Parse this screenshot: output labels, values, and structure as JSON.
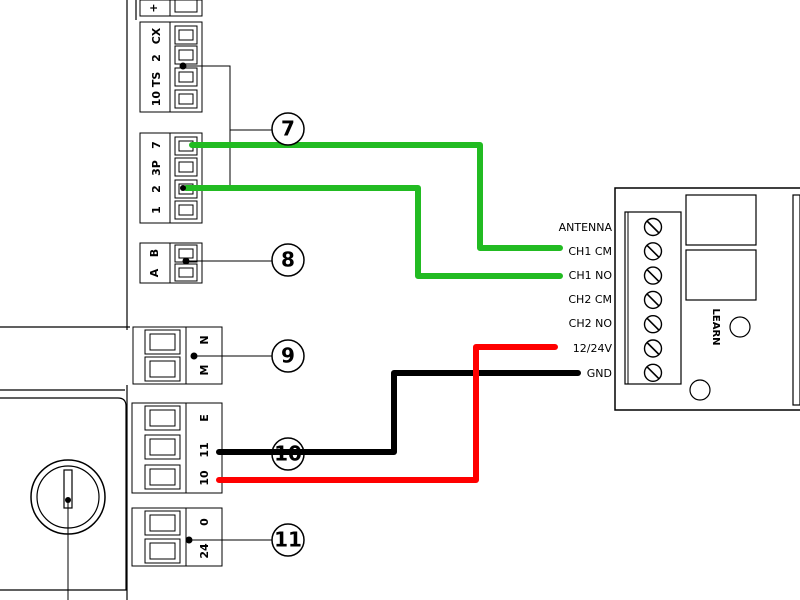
{
  "controller": {
    "terminals": {
      "top_plus": "+",
      "cx": "CX",
      "two_a": "2",
      "ten_ts": "10 TS",
      "seven": "7",
      "threep": "3P",
      "two_b": "2",
      "one": "1",
      "b": "B",
      "a": "A",
      "n": "N",
      "m": "M",
      "e": "E",
      "eleven": "11",
      "ten": "10",
      "zero": "0",
      "twentyfour": "24"
    }
  },
  "callouts": [
    "7",
    "8",
    "9",
    "10",
    "11"
  ],
  "receiver": {
    "terminal_labels": [
      "ANTENNA",
      "CH1 CM",
      "CH1 NO",
      "CH2 CM",
      "CH2 NO",
      "12/24V",
      "GND"
    ],
    "learn_label": "LEARN"
  },
  "wires": {
    "green": "#22bb22",
    "black": "#000000",
    "red": "#ff0000"
  }
}
